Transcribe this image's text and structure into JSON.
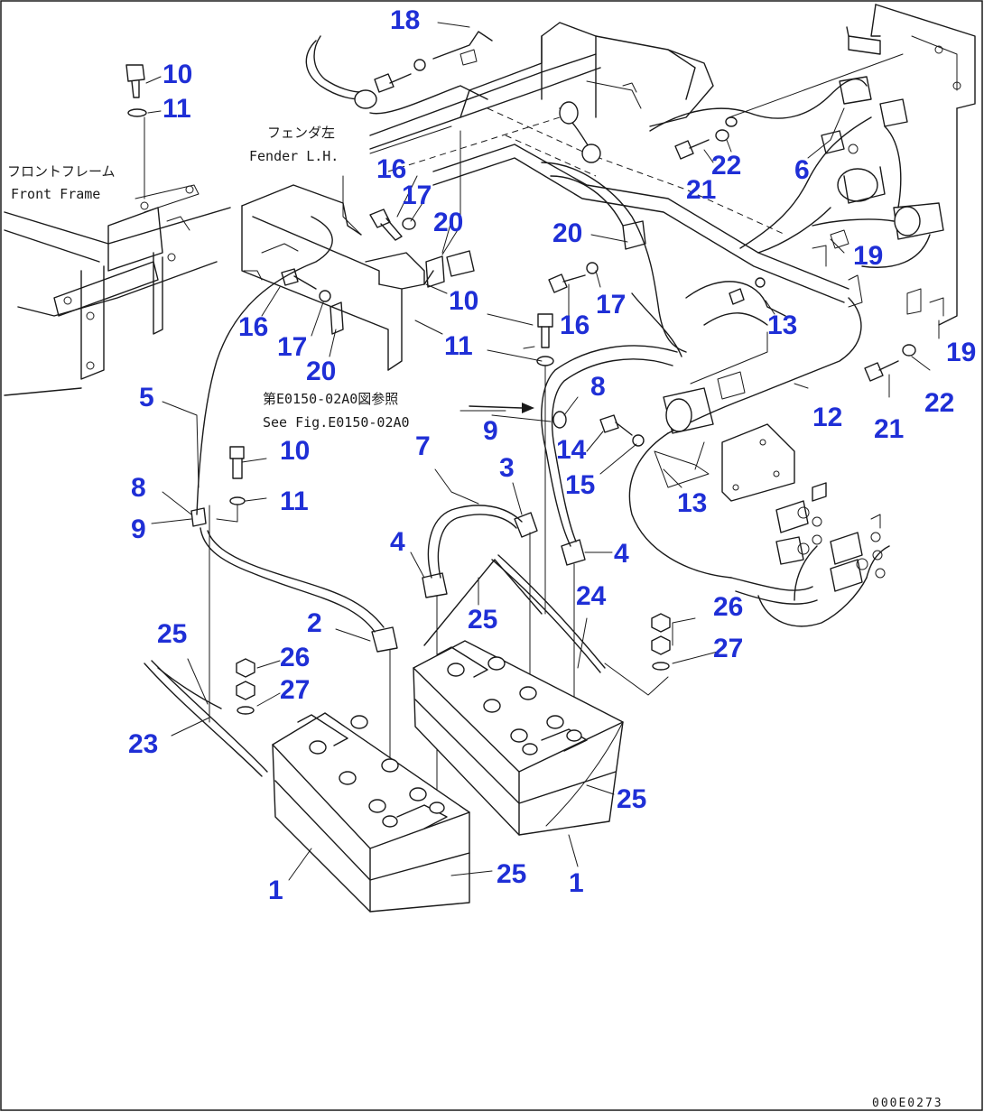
{
  "diagram": {
    "code": "000E0273",
    "notes": {
      "fender_jp": "フェンダ左",
      "fender_en": "Fender L.H.",
      "frame_jp": "フロントフレーム",
      "frame_en": "Front Frame",
      "ref_jp": "第E0150-02A0図参照",
      "ref_en": "See Fig.E0150-02A0"
    },
    "callouts": {
      "c1a": "1",
      "c1b": "1",
      "c2": "2",
      "c3": "3",
      "c4a": "4",
      "c4b": "4",
      "c5": "5",
      "c6": "6",
      "c7": "7",
      "c8a": "8",
      "c8b": "8",
      "c9a": "9",
      "c9b": "9",
      "c10a": "10",
      "c10b": "10",
      "c10c": "10",
      "c11a": "11",
      "c11b": "11",
      "c11c": "11",
      "c12": "12",
      "c13a": "13",
      "c13b": "13",
      "c14": "14",
      "c15": "15",
      "c16a": "16",
      "c16b": "16",
      "c16c": "16",
      "c17a": "17",
      "c17b": "17",
      "c17c": "17",
      "c18": "18",
      "c19a": "19",
      "c19b": "19",
      "c20a": "20",
      "c20b": "20",
      "c20c": "20",
      "c21a": "21",
      "c21b": "21",
      "c22a": "22",
      "c22b": "22",
      "c23": "23",
      "c24": "24",
      "c25a": "25",
      "c25b": "25",
      "c25c": "25",
      "c25d": "25",
      "c26a": "26",
      "c26b": "26",
      "c27a": "27",
      "c27b": "27"
    }
  }
}
